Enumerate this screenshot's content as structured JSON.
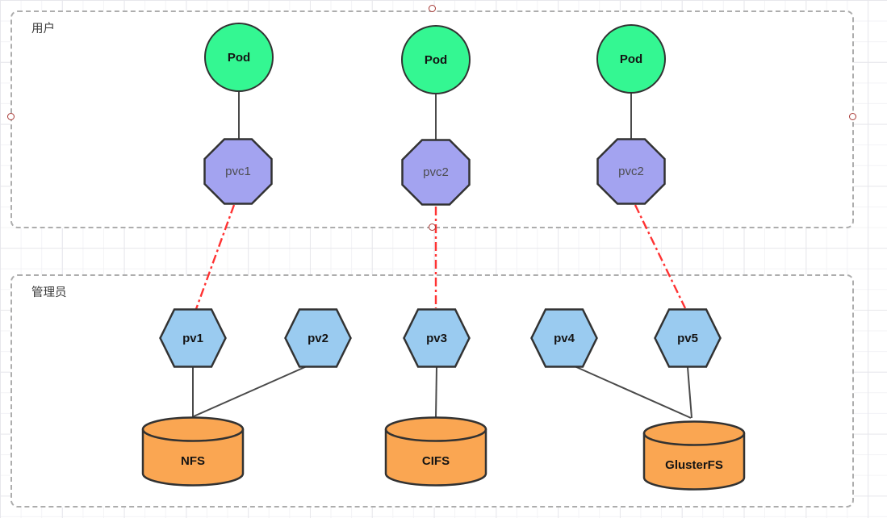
{
  "diagram": {
    "groups": [
      {
        "label": "用户"
      },
      {
        "label": "管理员"
      }
    ],
    "pods": [
      {
        "label": "Pod"
      },
      {
        "label": "Pod"
      },
      {
        "label": "Pod"
      }
    ],
    "pvcs": [
      {
        "label": "pvc1"
      },
      {
        "label": "pvc2"
      },
      {
        "label": "pvc2"
      }
    ],
    "pvs": [
      {
        "label": "pv1"
      },
      {
        "label": "pv2"
      },
      {
        "label": "pv3"
      },
      {
        "label": "pv4"
      },
      {
        "label": "pv5"
      }
    ],
    "storages": [
      {
        "label": "NFS"
      },
      {
        "label": "CIFS"
      },
      {
        "label": "GlusterFS"
      }
    ],
    "edges": [
      {
        "from": "Pod-1",
        "to": "pvc1",
        "style": "solid"
      },
      {
        "from": "Pod-2",
        "to": "pvc2",
        "style": "solid"
      },
      {
        "from": "Pod-3",
        "to": "pvc2",
        "style": "solid"
      },
      {
        "from": "pvc1",
        "to": "pv1",
        "style": "red-dash-dot"
      },
      {
        "from": "pvc2",
        "to": "pv3",
        "style": "red-dash-dot"
      },
      {
        "from": "pvc2",
        "to": "pv5",
        "style": "red-dash-dot"
      },
      {
        "from": "pv1",
        "to": "NFS",
        "style": "solid"
      },
      {
        "from": "pv2",
        "to": "NFS",
        "style": "solid"
      },
      {
        "from": "pv3",
        "to": "CIFS",
        "style": "solid"
      },
      {
        "from": "pv4",
        "to": "GlusterFS",
        "style": "solid"
      },
      {
        "from": "pv5",
        "to": "GlusterFS",
        "style": "solid"
      }
    ],
    "colors": {
      "pod_fill": "#34f792",
      "pvc_fill": "#a3a3f0",
      "pv_fill": "#9acbf0",
      "storage_fill": "#faa652",
      "shape_stroke": "#323232",
      "edge_solid": "#4a4a4a",
      "edge_bound": "#ff3232",
      "group_border": "#adadad",
      "anchor_ring": "#a83a36"
    }
  }
}
